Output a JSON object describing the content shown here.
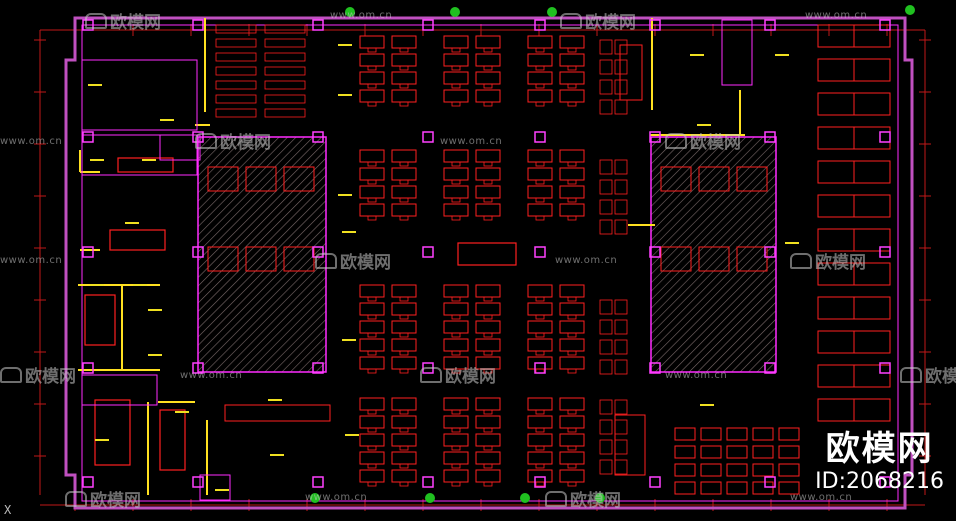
{
  "watermark": {
    "brand_cn": "欧模网",
    "url": "www.om.cn",
    "id_label": "ID:2068216"
  },
  "cad": {
    "axis_glyph": "X"
  },
  "colors": {
    "background": "#000000",
    "wall_outer": "#c050c0",
    "wall_inner": "#ff2bff",
    "furniture": "#ff2020",
    "partition_yellow": "#ffe020",
    "columns": "#ff40ff",
    "dim_lines": "#c01818",
    "hatch": "#7a6a6a",
    "plants": "#20c020",
    "label_yellow": "#f0e020"
  }
}
